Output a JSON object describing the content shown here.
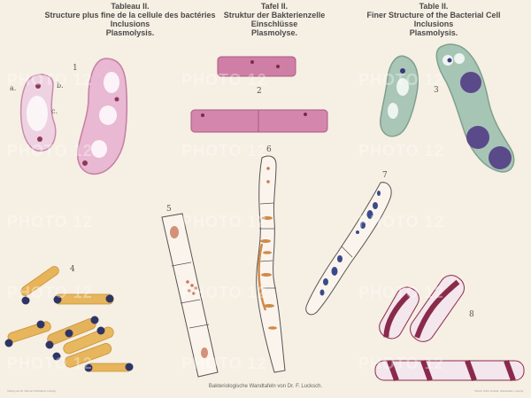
{
  "header": {
    "french": [
      "Tableau II.",
      "Structure plus fine de la cellule des bactéries",
      "Inclusions",
      "Plasmolysis."
    ],
    "german": [
      "Tafel II.",
      "Struktur der Bakterienzelle",
      "Einschlüsse",
      "Plasmolyse."
    ],
    "english": [
      "Table II.",
      "Finer Structure of the Bacterial Cell",
      "Inclusions",
      "Plasmolysis."
    ]
  },
  "figure_labels": {
    "fig1": "1",
    "fig2": "2",
    "fig3": "3",
    "fig4": "4",
    "fig5": "5",
    "fig6": "6",
    "fig7": "7",
    "fig8": "8",
    "a": "a.",
    "b": "b.",
    "c": "c."
  },
  "footer": {
    "main": "Bakteriologische Wandtafeln von Dr. F. Lucksch.",
    "left_small": "Verlag von Dr. Werner Klinkhardt, Leipzig.",
    "right_small": "Druck: Artist. Anstalt, Wiesbaden, Leipzig."
  },
  "watermark": "PHOTO 12"
}
